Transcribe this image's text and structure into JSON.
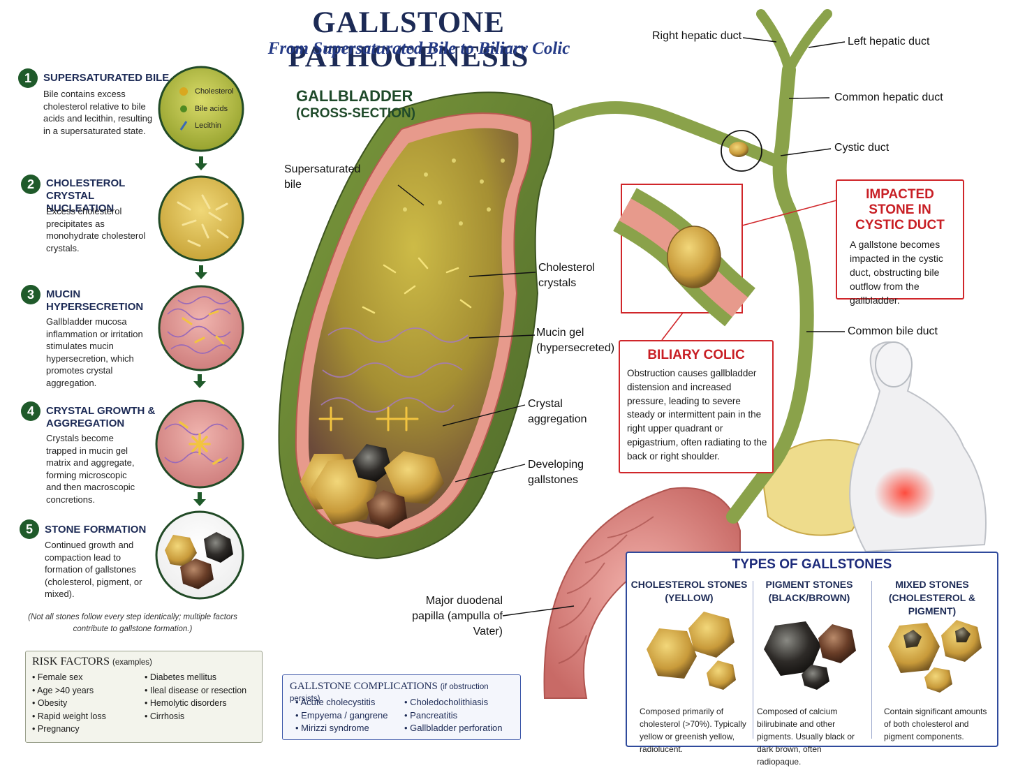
{
  "title": "GALLSTONE PATHOGENESIS",
  "subtitle": "From Supersaturated Bile to Biliary Colic",
  "steps": [
    {
      "num": "1",
      "title": "SUPERSATURATED BILE",
      "desc": "Bile contains excess cholesterol relative to bile acids and lecithin, resulting in a supersaturated state."
    },
    {
      "num": "2",
      "title": "CHOLESTEROL CRYSTAL NUCLEATION",
      "desc": "Excess cholesterol precipitates as monohydrate cholesterol crystals."
    },
    {
      "num": "3",
      "title": "MUCIN HYPERSECRETION",
      "desc": "Gallbladder mucosa inflammation or irritation stimulates mucin hypersecretion, which promotes crystal aggregation."
    },
    {
      "num": "4",
      "title": "CRYSTAL GROWTH & AGGREGATION",
      "desc": "Crystals become trapped in mucin gel matrix and aggregate, forming microscopic and then macroscopic concretions."
    },
    {
      "num": "5",
      "title": "STONE FORMATION",
      "desc": "Continued growth and compaction lead to formation of gallstones (cholesterol, pigment, or mixed)."
    }
  ],
  "circle_legend": {
    "cholesterol": "Cholesterol",
    "bile_acids": "Bile acids",
    "lecithin": "Lecithin"
  },
  "note": "(Not all stones follow every step identically; multiple factors contribute to gallstone formation.)",
  "risk_factors": {
    "title": "RISK FACTORS",
    "qualifier": "(examples)",
    "col1": [
      "Female sex",
      "Age >40 years",
      "Obesity",
      "Rapid weight loss",
      "Pregnancy"
    ],
    "col2": [
      "Diabetes mellitus",
      "Ileal disease or resection",
      "Hemolytic disorders",
      "Cirrhosis"
    ]
  },
  "complications": {
    "title": "GALLSTONE COMPLICATIONS",
    "qualifier": "(if obstruction persists)",
    "col1": [
      "Acute cholecystitis",
      "Empyema / gangrene",
      "Mirizzi syndrome"
    ],
    "col2": [
      "Choledocholithiasis",
      "Pancreatitis",
      "Gallbladder perforation"
    ]
  },
  "gallbladder": {
    "title": "GALLBLADDER",
    "subtitle": "(CROSS-SECTION)",
    "labels": {
      "supersaturated_bile": "Supersaturated bile",
      "cholesterol_crystals": "Cholesterol crystals",
      "mucin_gel": "Mucin gel (hypersecreted)",
      "crystal_aggregation": "Crystal aggregation",
      "developing_gallstones": "Developing gallstones",
      "papilla": "Major duodenal papilla (ampulla of Vater)"
    }
  },
  "ducts": {
    "right_hepatic": "Right hepatic duct",
    "left_hepatic": "Left hepatic duct",
    "common_hepatic": "Common hepatic duct",
    "cystic": "Cystic duct",
    "common_bile": "Common bile duct"
  },
  "impacted": {
    "title": "IMPACTED STONE IN CYSTIC DUCT",
    "text": "A gallstone becomes impacted in the cystic duct, obstructing bile outflow from the gallbladder."
  },
  "colic": {
    "title": "BILIARY COLIC",
    "text": "Obstruction causes gallbladder distension and increased pressure, leading to severe steady or intermittent pain in the right upper quadrant or epigastrium, often radiating to the back or right shoulder."
  },
  "types": {
    "title": "TYPES OF GALLSTONES",
    "items": [
      {
        "head": "CHOLESTEROL STONES (YELLOW)",
        "desc": "Composed primarily of cholesterol (>70%). Typically yellow or greenish yellow, radiolucent."
      },
      {
        "head": "PIGMENT STONES (BLACK/BROWN)",
        "desc": "Composed of calcium bilirubinate and other pigments. Usually black or dark brown, often radiopaque."
      },
      {
        "head": "MIXED STONES (CHOLESTEROL & PIGMENT)",
        "desc": "Contain significant amounts of both cholesterol and pigment components."
      }
    ]
  },
  "colors": {
    "title": "#1c2a55",
    "step_badge": "#1f5a2a",
    "callout_red": "#c81e24",
    "types_border": "#2f4a9c",
    "duct_green": "#8aa24a",
    "bile_yellow": "#b9a63a"
  }
}
